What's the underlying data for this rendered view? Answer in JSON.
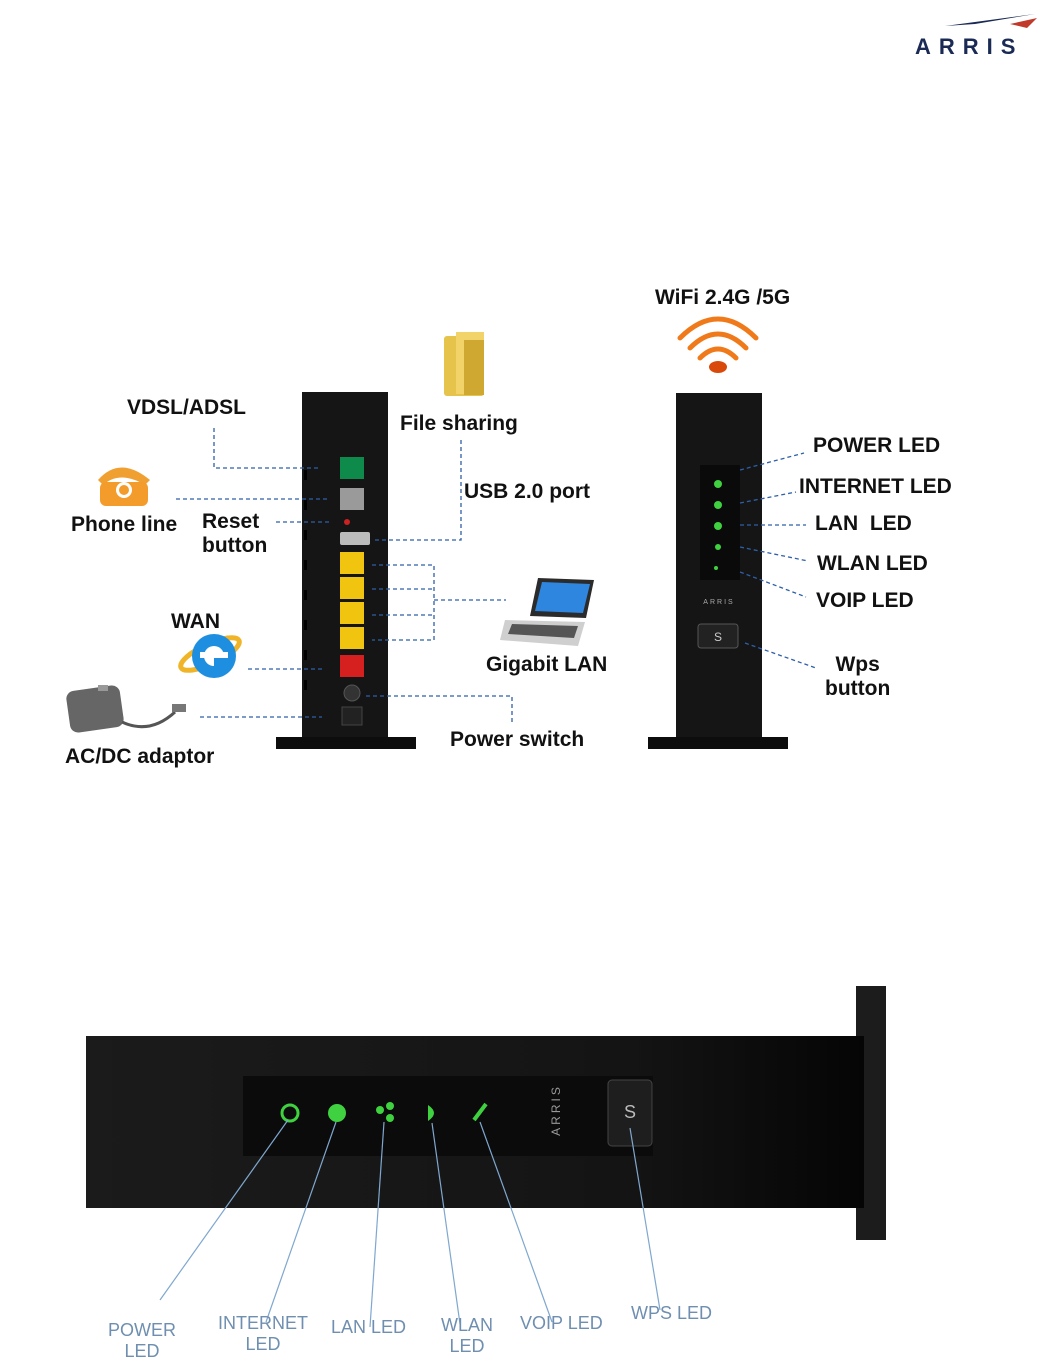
{
  "brand": {
    "logo_text": "ARRIS"
  },
  "top_diagram": {
    "labels": {
      "vdsl": "VDSL/ADSL",
      "file_sharing": "File sharing",
      "phone_line": "Phone line",
      "reset_button": "Reset\nbutton",
      "usb_port": "USB 2.0 port",
      "wan": "WAN",
      "gigabit_lan": "Gigabit LAN",
      "ac_dc_adaptor": "AC/DC adaptor",
      "power_switch": "Power switch",
      "wifi": "WiFi 2.4G /5G",
      "power_led": "POWER LED",
      "internet_led": "INTERNET LED",
      "lan_led": "LAN  LED",
      "wlan_led": "WLAN LED",
      "voip_led": "VOIP LED",
      "wps_button": "Wps\nbutton"
    },
    "front_brand": "ARRIS"
  },
  "bottom_diagram": {
    "labels": {
      "power_led": "POWER\nLED",
      "internet_led": "INTERNET\nLED",
      "lan_led": "LAN LED",
      "wlan_led": "WLAN\nLED",
      "voip_led": "VOIP LED",
      "wps_led": "WPS LED"
    },
    "side_brand": "ARRIS"
  },
  "colors": {
    "device_body": "#151515",
    "led_green": "#3fd13f",
    "dash_blue": "#2f5fa8",
    "port_yellow": "#f1c40f",
    "port_red": "#d62020",
    "wifi_orange": "#f07a1a",
    "leader_blue": "#7fa7cf"
  }
}
